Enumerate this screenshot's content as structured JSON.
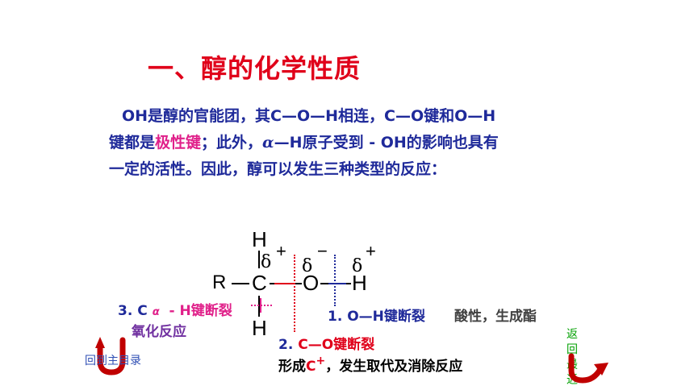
{
  "title": "一、醇的化学性质",
  "intro": {
    "line1_a": "OH是醇的官能团，其C—O—H相连，C—O键和O—H",
    "line2_a": "键都是",
    "line2_pink": "极性键",
    "line2_b": "；此外，",
    "line2_alpha": "α",
    "line2_c": "—H原子受到 - OH的影响也具有",
    "line3": "一定的活性。因此，醇可以发生三种类型的反应："
  },
  "molecule": {
    "h_top": "H",
    "h_bottom": "H",
    "r": "R",
    "dash": "−",
    "c": "C",
    "o": "O",
    "h_right": "H",
    "delta": "δ",
    "plus": "+",
    "minus": "−"
  },
  "breaks": {
    "b1_label": "1. O—H键断裂",
    "b1_result": "酸性，生成酯",
    "b2_label_prefix": "2. ",
    "b2_label": "C—O键断裂",
    "b2_result_a": "形成",
    "b2_result_c": "C",
    "b2_result_plus": "+",
    "b2_result_b": "，发生取代及消除反应",
    "b3_label_prefix": "3. C",
    "b3_alpha": "α",
    "b3_label": " - H键断裂",
    "b3_result": "氧化反应"
  },
  "nav": {
    "back_to_toc": "回到主目录",
    "back_recent": "返回最近"
  },
  "colors": {
    "title": "#e0001a",
    "text_blue": "#1f2a9a",
    "highlight_pink": "#e0218a",
    "break_red": "#e0001a",
    "break_blue": "#1f2a9a",
    "break_purple": "#7030a0",
    "nav_green": "#00a000"
  },
  "icons": [
    "u-turn-arrow-left-icon",
    "u-turn-arrow-right-icon"
  ]
}
